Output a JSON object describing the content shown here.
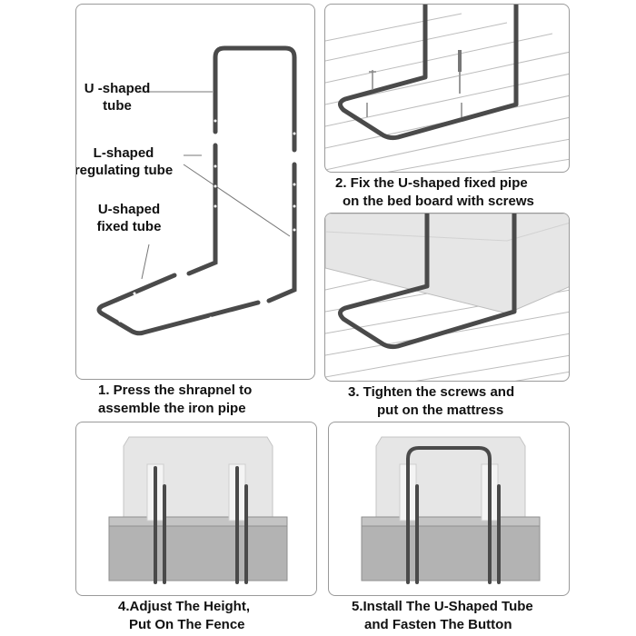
{
  "parts": {
    "u_shaped_tube": [
      "U -shaped",
      "tube"
    ],
    "l_shaped_regulating_tube": [
      "L-shaped",
      "regulating tube"
    ],
    "u_shaped_fixed_tube": [
      "U-shaped",
      "fixed  tube"
    ]
  },
  "steps": [
    {
      "lines": [
        "1. Press the shrapnel to",
        "assemble the iron pipe"
      ]
    },
    {
      "lines": [
        "2. Fix the U-shaped fixed pipe",
        "on the bed board with screws"
      ]
    },
    {
      "lines": [
        "3. Tighten the screws and",
        "put on the mattress"
      ]
    },
    {
      "lines": [
        "4.Adjust The Height,",
        "Put On The Fence"
      ]
    },
    {
      "lines": [
        "5.Install The U-Shaped Tube",
        "and Fasten The Button"
      ]
    }
  ],
  "colors": {
    "tube": "#4a4a4a",
    "panel_border": "#9a9a9a",
    "plank_line": "#bdbdbd",
    "fence": "#b3b3b3",
    "mattress": "#e6e6e6"
  }
}
